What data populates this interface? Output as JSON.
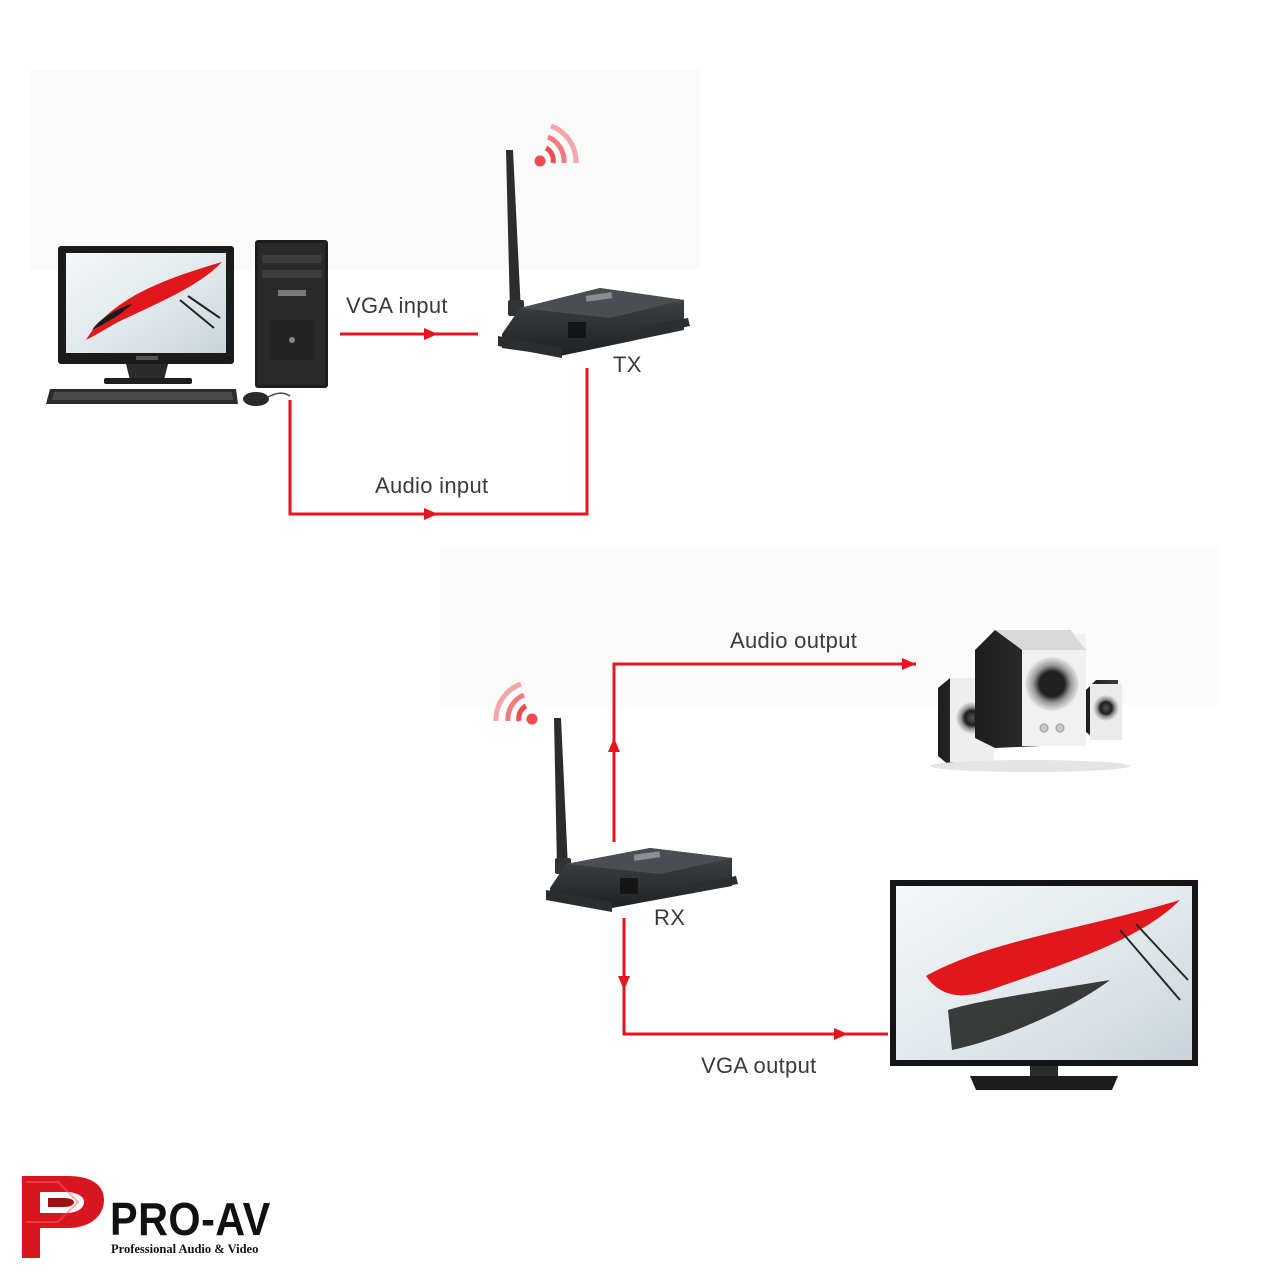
{
  "labels": {
    "vga_input": "VGA input",
    "audio_input": "Audio input",
    "tx": "TX",
    "audio_output": "Audio output",
    "rx": "RX",
    "vga_output": "VGA output"
  },
  "logo": {
    "name": "PRO-AV",
    "tagline": "Professional Audio & Video"
  },
  "colors": {
    "signal_line": "#e8141e",
    "wifi": "#ef4a50",
    "device_body": "#2b2d2f",
    "logo_red": "#d7161d"
  },
  "icons": [
    "desktop-computer-icon",
    "transmitter-icon",
    "receiver-icon",
    "wifi-signal-icon",
    "speaker-system-icon",
    "tv-display-icon"
  ]
}
